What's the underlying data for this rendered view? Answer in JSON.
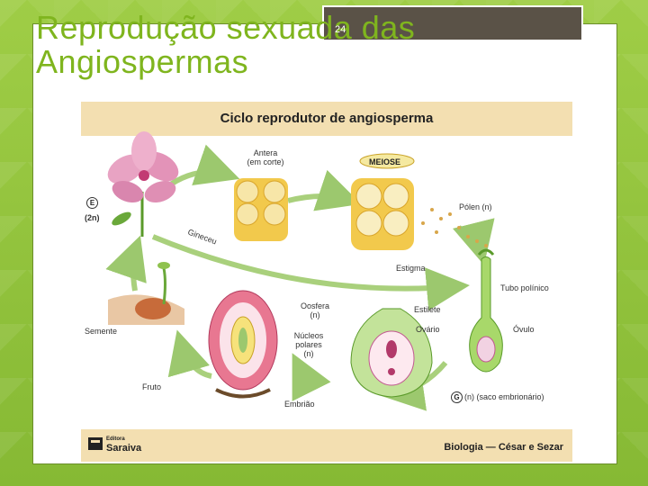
{
  "slide": {
    "title_line1": "Reprodução sexuada das",
    "title_line2": "Angiospermas",
    "page_number": "24"
  },
  "figure": {
    "title": "Ciclo reprodutor de angiosperma",
    "credit": "Biologia — César e Sezar",
    "publisher_top": "Editora",
    "publisher_name": "Saraiva",
    "meiose": "MEIOSE",
    "labels": {
      "antera_1": "Antera",
      "antera_2": "(em corte)",
      "polen": "Pólen (n)",
      "gineceu": "Gineceu",
      "estigma": "Estigma",
      "tubo_polinico": "Tubo polínico",
      "oosfera_1": "Oosfera",
      "oosfera_2": "(n)",
      "estilete": "Estilete",
      "nucleos_1": "Núcleos",
      "nucleos_2": "polares",
      "nucleos_3": "(n)",
      "ovario": "Ovário",
      "ovulo": "Óvulo",
      "semente": "Semente",
      "fruto": "Fruto",
      "embriao": "Embrião",
      "saco": "(n) (saco embrionário)",
      "e_letter": "E",
      "e_ploidy": "(2n)",
      "g_letter": "G"
    }
  },
  "colors": {
    "background": "#8fc23a",
    "title": "#7fb51e",
    "band": "#f3dfb1",
    "tab": "#5a5247"
  }
}
